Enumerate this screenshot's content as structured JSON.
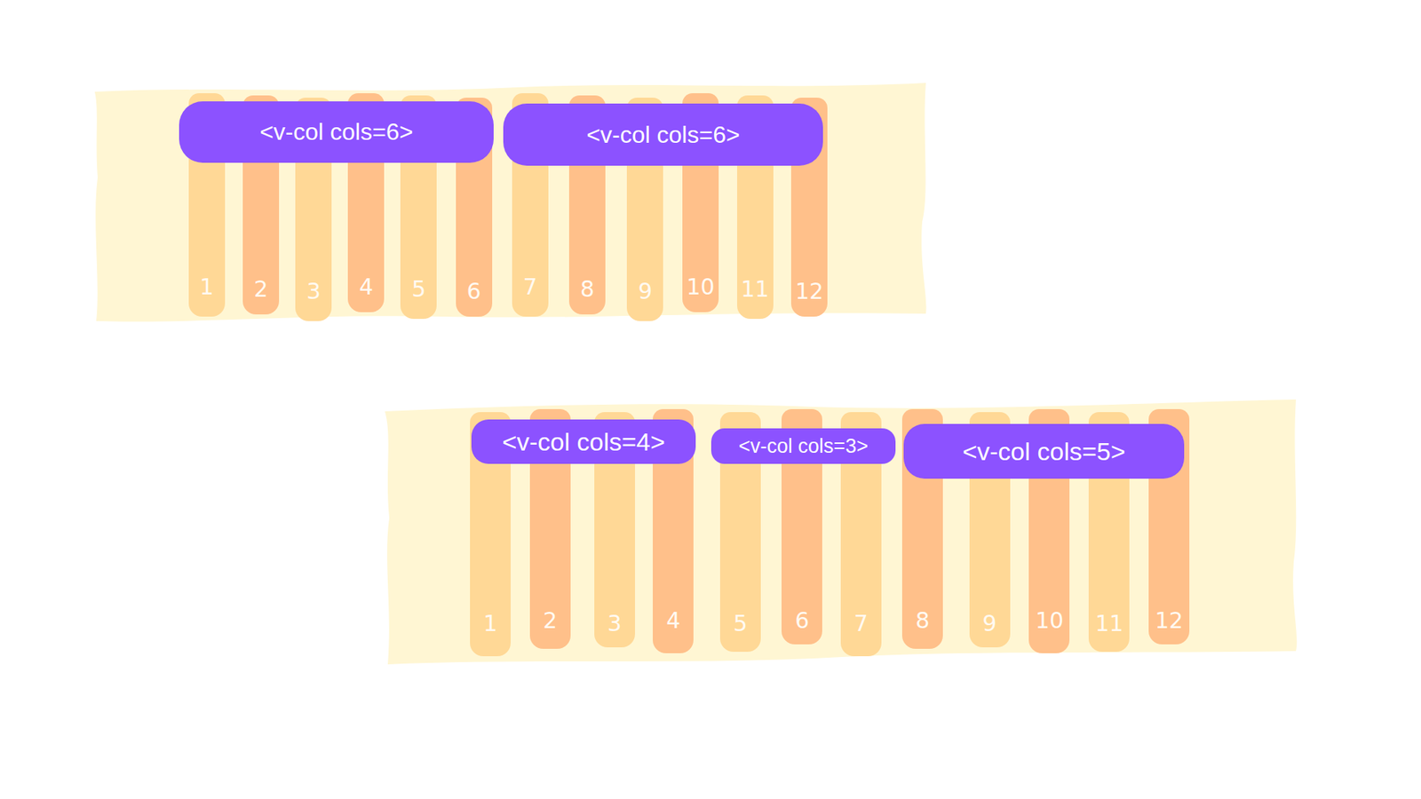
{
  "diagram": {
    "nodes": [
      {
        "text": [
          "<v-col cols=6>"
        ]
      },
      {
        "text": [
          "<v-col cols=6>"
        ]
      },
      {
        "text": [
          "1"
        ]
      },
      {
        "text": [
          "2"
        ]
      },
      {
        "text": [
          "3"
        ]
      },
      {
        "text": [
          "4"
        ]
      },
      {
        "text": [
          "5"
        ]
      },
      {
        "text": [
          "6"
        ]
      },
      {
        "text": [
          "7"
        ]
      },
      {
        "text": [
          "8"
        ]
      },
      {
        "text": [
          "9"
        ]
      },
      {
        "text": [
          "10"
        ]
      },
      {
        "text": [
          "11"
        ]
      },
      {
        "text": [
          "12"
        ]
      },
      {
        "text": [
          "<v-col cols=4>"
        ]
      },
      {
        "text": [
          "<v-col cols=3>"
        ]
      },
      {
        "text": [
          "<v-col cols=5>"
        ]
      },
      {
        "text": [
          "1"
        ]
      },
      {
        "text": [
          "2"
        ]
      },
      {
        "text": [
          "3"
        ]
      },
      {
        "text": [
          "4"
        ]
      },
      {
        "text": [
          "5"
        ]
      },
      {
        "text": [
          "6"
        ]
      },
      {
        "text": [
          "7"
        ]
      },
      {
        "text": [
          "8"
        ]
      },
      {
        "text": [
          "9"
        ]
      },
      {
        "text": [
          "10"
        ]
      },
      {
        "text": [
          "11"
        ]
      },
      {
        "text": [
          "12"
        ]
      }
    ]
  }
}
